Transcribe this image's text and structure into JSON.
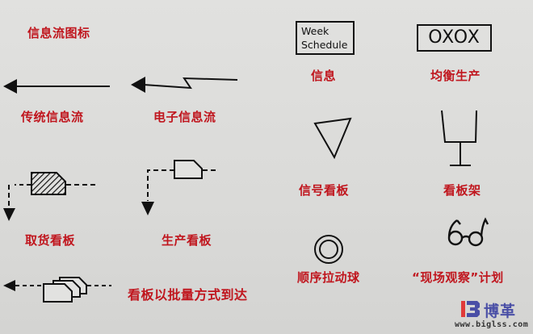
{
  "title": "信息流图标",
  "icons": [
    {
      "id": "traditional-info-flow",
      "icon": "straight-arrow-left",
      "label": "传统信息流"
    },
    {
      "id": "electronic-info-flow",
      "icon": "zigzag-arrow-left",
      "label": "电子信息流"
    },
    {
      "id": "information",
      "icon": "text-box",
      "box_text_line1": "Week",
      "box_text_line2": "Schedule",
      "label": "信息"
    },
    {
      "id": "load-leveling",
      "icon": "text-box",
      "box_text": "OXOX",
      "label": "均衡生产"
    },
    {
      "id": "withdrawal-kanban",
      "icon": "hatched-kanban-dashed-arrow",
      "label": "取货看板"
    },
    {
      "id": "production-kanban",
      "icon": "kanban-dashed-arrow",
      "label": "生产看板"
    },
    {
      "id": "signal-kanban",
      "icon": "inverted-triangle",
      "label": "信号看板"
    },
    {
      "id": "kanban-post",
      "icon": "kanban-post",
      "label": "看板架"
    },
    {
      "id": "sequenced-pull-ball",
      "icon": "concentric-circles",
      "label": "顺序拉动球"
    },
    {
      "id": "go-see-scheduling",
      "icon": "eyeglasses",
      "label": "“现场观察”计划"
    },
    {
      "id": "kanban-batches",
      "icon": "stacked-kanban-dashed-arrow",
      "label": "看板以批量方式到达"
    }
  ],
  "logo": {
    "mark": "IB",
    "name": "博革",
    "url": "www.biglss.com"
  },
  "colors": {
    "label_red": "#c0161e",
    "stroke": "#111111",
    "background": "#dcdcda",
    "logo_red": "#e03a3a",
    "logo_blue": "#4a4fa6"
  }
}
